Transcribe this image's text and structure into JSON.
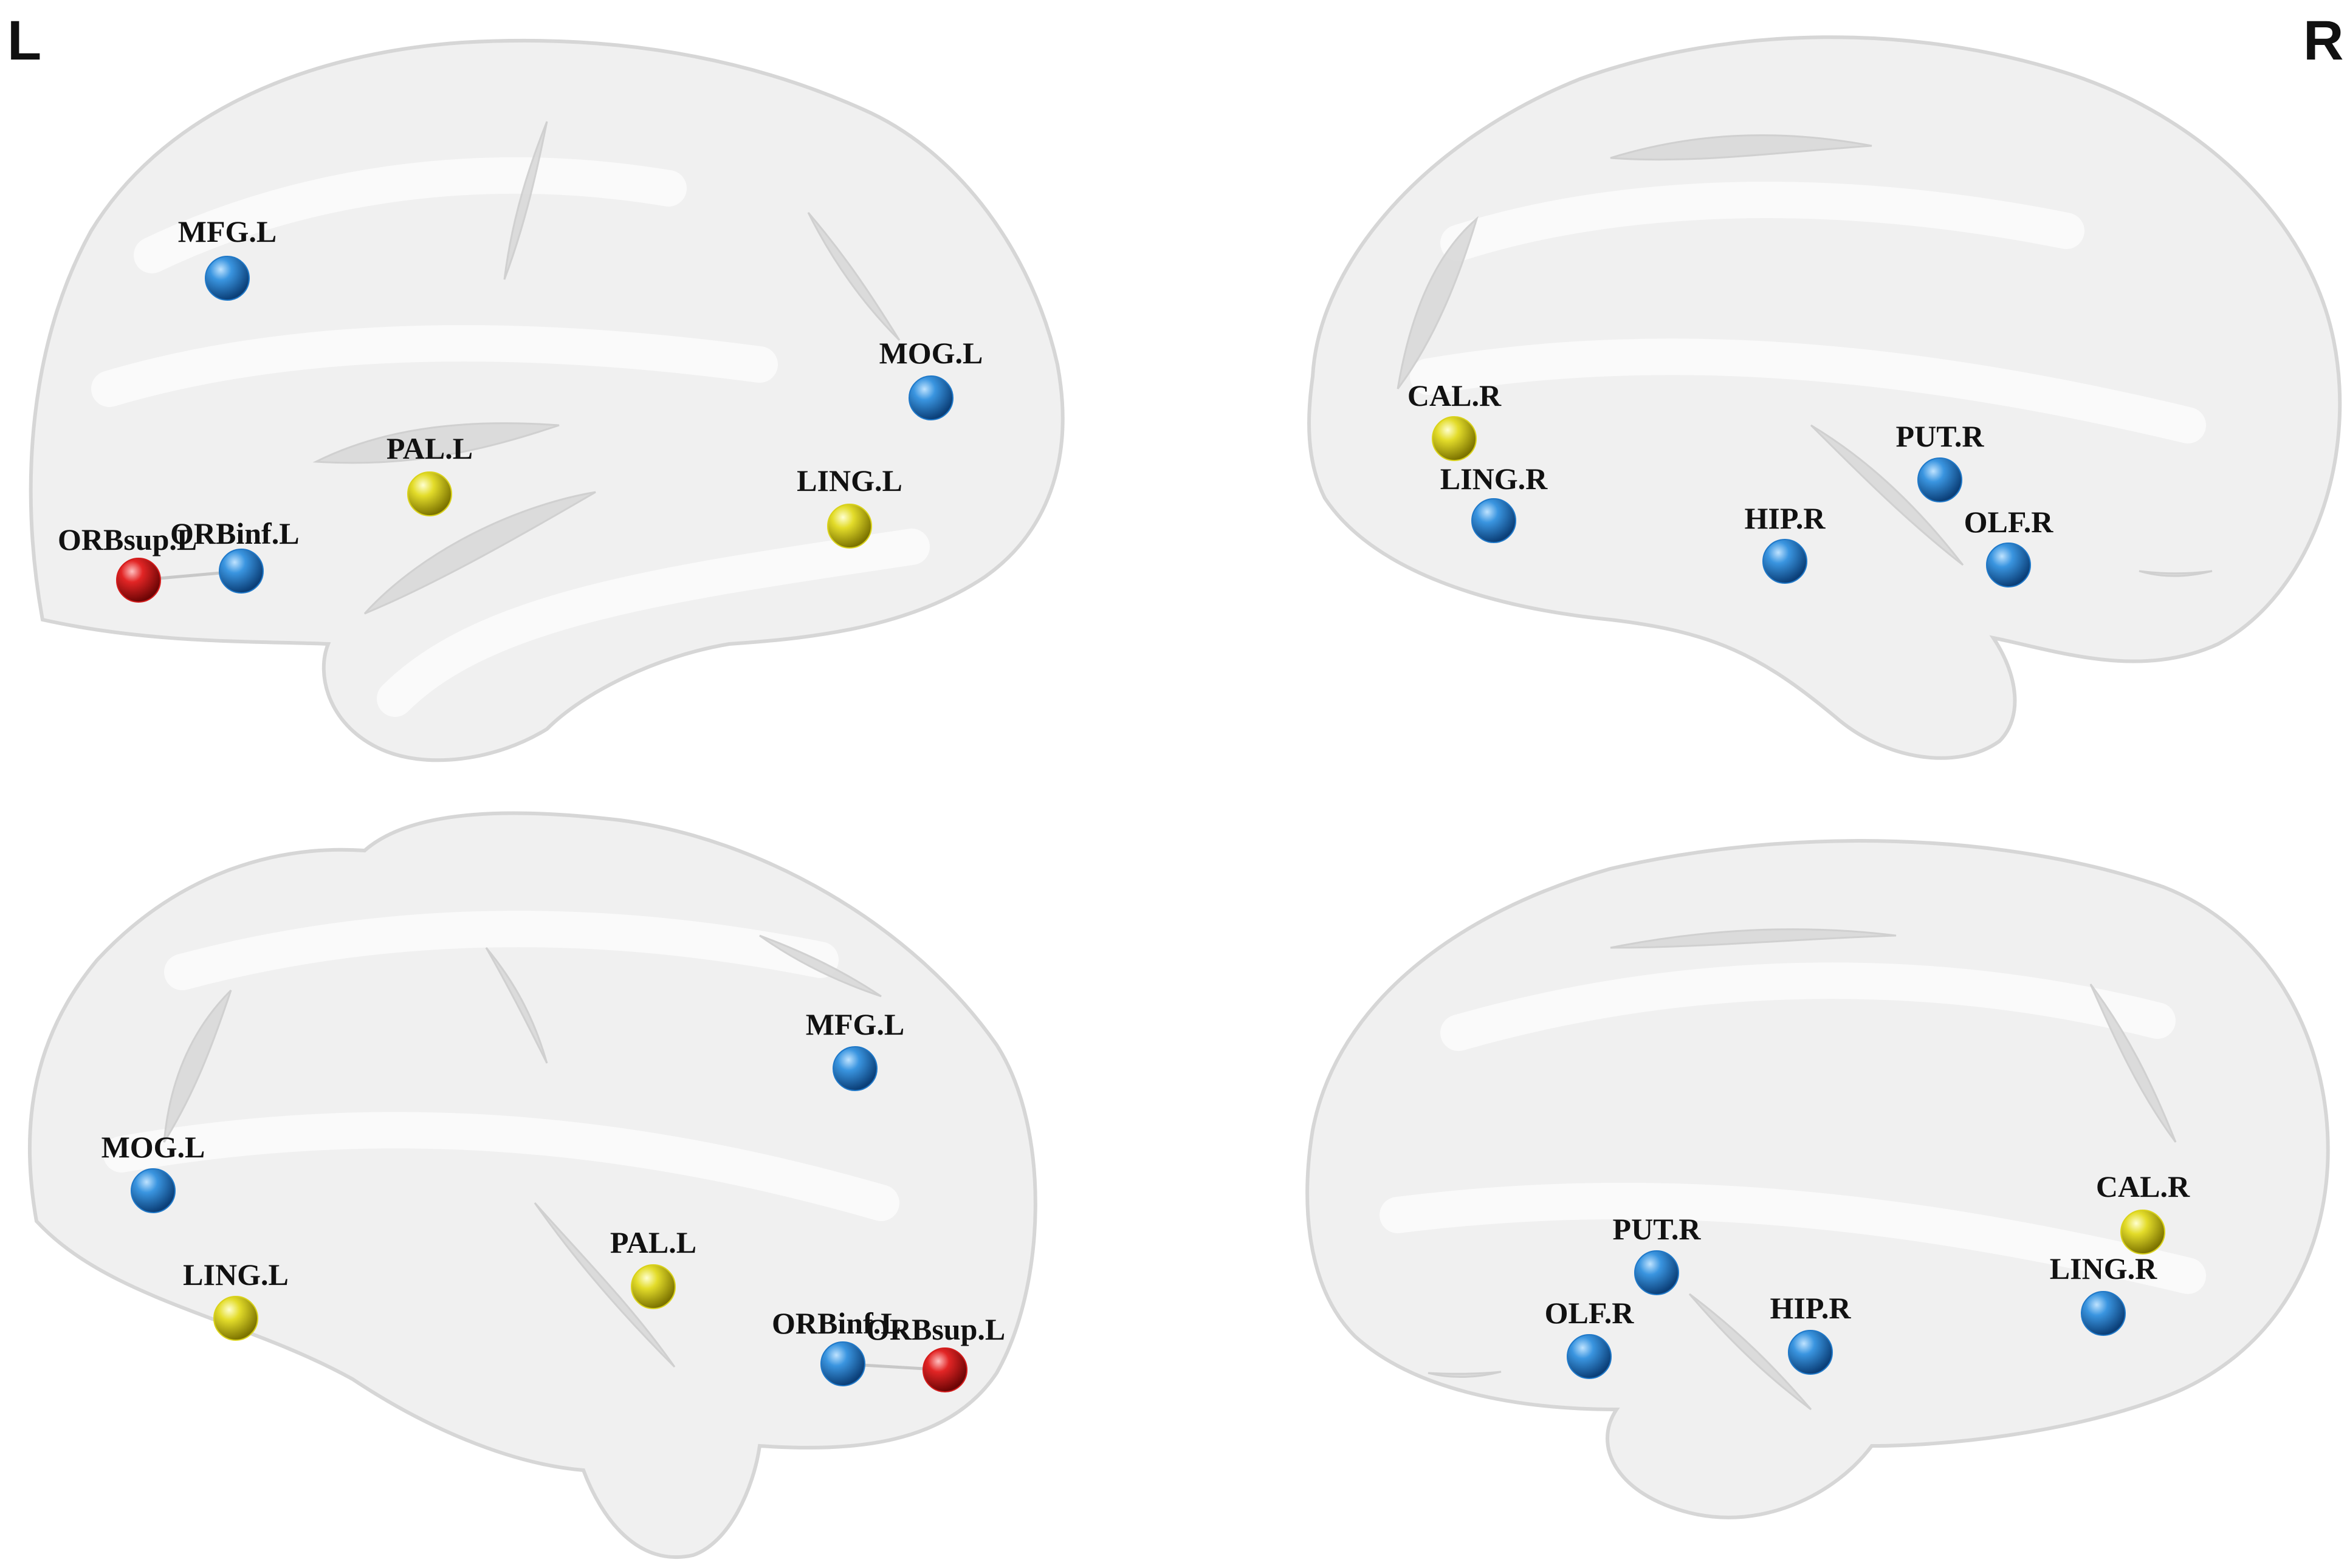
{
  "hemisphere_labels": {
    "left": "L",
    "right": "R"
  },
  "node_colors": {
    "blue": "#1f78c8",
    "yellow": "#d9d21a",
    "red": "#d31b1b"
  },
  "panels": [
    {
      "id": "left-lateral",
      "nodes": [
        {
          "label": "MFG.L",
          "color": "blue"
        },
        {
          "label": "MOG.L",
          "color": "blue"
        },
        {
          "label": "PAL.L",
          "color": "yellow"
        },
        {
          "label": "LING.L",
          "color": "yellow"
        },
        {
          "label": "ORBsup.L",
          "color": "red"
        },
        {
          "label": "ORBinf.L",
          "color": "blue"
        }
      ]
    },
    {
      "id": "right-medial",
      "nodes": [
        {
          "label": "CAL.R",
          "color": "yellow"
        },
        {
          "label": "LING.R",
          "color": "blue"
        },
        {
          "label": "PUT.R",
          "color": "blue"
        },
        {
          "label": "HIP.R",
          "color": "blue"
        },
        {
          "label": "OLF.R",
          "color": "blue"
        }
      ]
    },
    {
      "id": "left-medial",
      "nodes": [
        {
          "label": "MFG.L",
          "color": "blue"
        },
        {
          "label": "MOG.L",
          "color": "blue"
        },
        {
          "label": "PAL.L",
          "color": "yellow"
        },
        {
          "label": "LING.L",
          "color": "yellow"
        },
        {
          "label": "ORBinf.L",
          "color": "blue"
        },
        {
          "label": "ORBsup.L",
          "color": "red"
        }
      ]
    },
    {
      "id": "right-lateral",
      "nodes": [
        {
          "label": "CAL.R",
          "color": "yellow"
        },
        {
          "label": "PUT.R",
          "color": "blue"
        },
        {
          "label": "LING.R",
          "color": "blue"
        },
        {
          "label": "OLF.R",
          "color": "blue"
        },
        {
          "label": "HIP.R",
          "color": "blue"
        }
      ]
    }
  ]
}
